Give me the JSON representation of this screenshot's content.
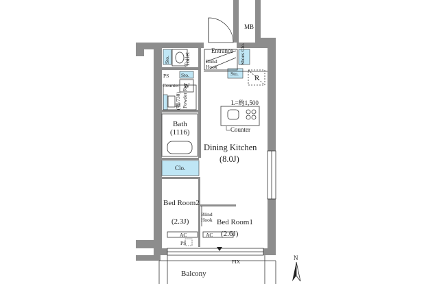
{
  "labels": {
    "mb": "MB",
    "entrance": "Entrance",
    "toilet": "Toilet",
    "blind_hook_entrance": "Blind\nHook",
    "shoes_clo": "Shoes Clo.",
    "sto_left": "Sto.",
    "sto_right": "Sto.",
    "ps_top": "PS",
    "w": "W",
    "counter_left": "Counter",
    "r": "R",
    "powder_rm": "Powder Rm",
    "powder_note": "(幅/730)",
    "bath": "Bath",
    "bath_size": "(1116)",
    "l_size": "L=約1,500",
    "counter_kitchen": "Counter",
    "dining_kitchen": "Dining Kitchen",
    "dining_kitchen_size": "(8.0J)",
    "clo": "Clo.",
    "bed_room2": "Bed Room2",
    "bed_room2_size": "(2.3J)",
    "blind_hook_bed": "Blind\nHook",
    "bed_room1": "Bed Room1",
    "bed_room1_size": "(2.6J)",
    "ac_left": "AC",
    "ac_right": "AC",
    "ps_bottom": "PS",
    "fix": "FIX",
    "balcony": "Balcony",
    "north": "N"
  },
  "colors": {
    "wall": "#8d8d8d",
    "storage": "#bfe6f5",
    "line": "#333333"
  }
}
